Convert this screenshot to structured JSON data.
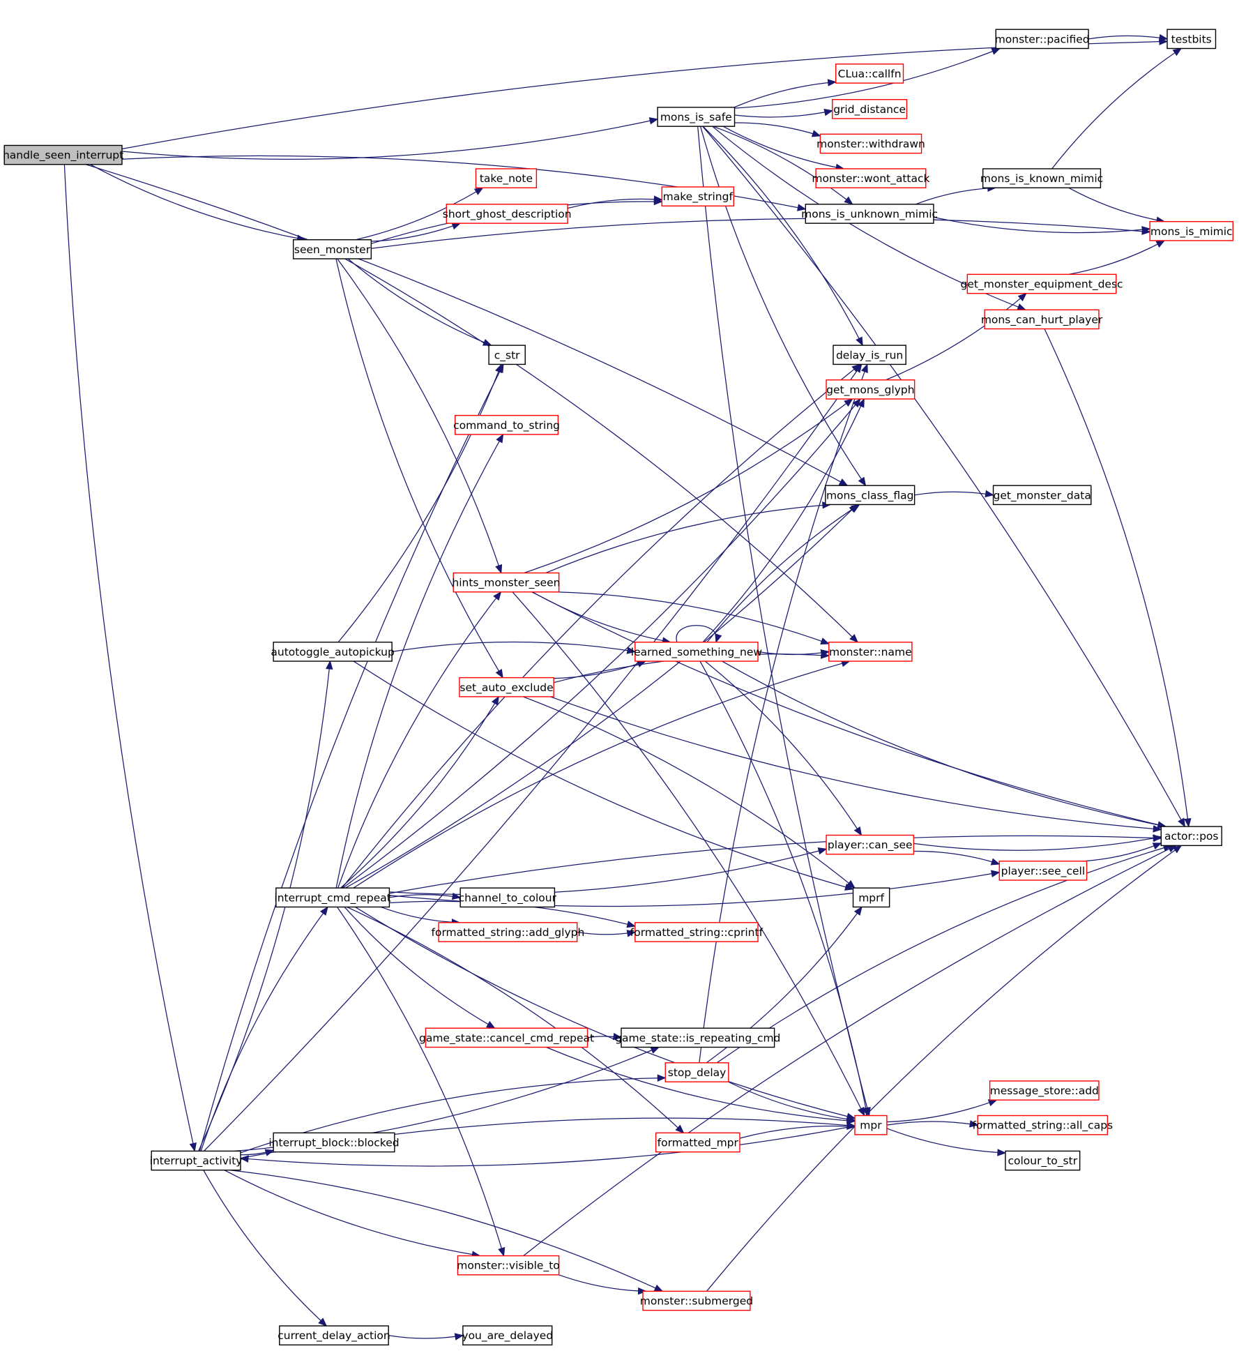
{
  "nodes": [
    {
      "id": "handle_seen_interrupt",
      "label": "handle_seen_interrupt",
      "border": "black",
      "root": true
    },
    {
      "id": "testbits",
      "label": "testbits",
      "border": "black"
    },
    {
      "id": "monster_pacified",
      "label": "monster::pacified",
      "border": "black"
    },
    {
      "id": "mons_is_safe",
      "label": "mons_is_safe",
      "border": "black"
    },
    {
      "id": "clua_callfn",
      "label": "CLua::callfn",
      "border": "red"
    },
    {
      "id": "grid_distance",
      "label": "grid_distance",
      "border": "red"
    },
    {
      "id": "monster_withdrawn",
      "label": "monster::withdrawn",
      "border": "red"
    },
    {
      "id": "monster_wont_attack",
      "label": "monster::wont_attack",
      "border": "red"
    },
    {
      "id": "mons_is_known_mimic",
      "label": "mons_is_known_mimic",
      "border": "black"
    },
    {
      "id": "take_note",
      "label": "take_note",
      "border": "red"
    },
    {
      "id": "make_stringf",
      "label": "make_stringf",
      "border": "red"
    },
    {
      "id": "short_ghost_description",
      "label": "short_ghost_description",
      "border": "red"
    },
    {
      "id": "mons_is_unknown_mimic",
      "label": "mons_is_unknown_mimic",
      "border": "black"
    },
    {
      "id": "mons_is_mimic",
      "label": "mons_is_mimic",
      "border": "red"
    },
    {
      "id": "seen_monster",
      "label": "seen_monster",
      "border": "black"
    },
    {
      "id": "get_monster_equipment_desc",
      "label": "get_monster_equipment_desc",
      "border": "red"
    },
    {
      "id": "mons_can_hurt_player",
      "label": "mons_can_hurt_player",
      "border": "red"
    },
    {
      "id": "c_str",
      "label": "c_str",
      "border": "black"
    },
    {
      "id": "delay_is_run",
      "label": "delay_is_run",
      "border": "black"
    },
    {
      "id": "get_mons_glyph",
      "label": "get_mons_glyph",
      "border": "red"
    },
    {
      "id": "command_to_string",
      "label": "command_to_string",
      "border": "red"
    },
    {
      "id": "mons_class_flag",
      "label": "mons_class_flag",
      "border": "black"
    },
    {
      "id": "get_monster_data",
      "label": "get_monster_data",
      "border": "black"
    },
    {
      "id": "hints_monster_seen",
      "label": "hints_monster_seen",
      "border": "red"
    },
    {
      "id": "autotoggle_autopickup",
      "label": "autotoggle_autopickup",
      "border": "black"
    },
    {
      "id": "learned_something_new",
      "label": "learned_something_new",
      "border": "red"
    },
    {
      "id": "monster_name",
      "label": "monster::name",
      "border": "red"
    },
    {
      "id": "set_auto_exclude",
      "label": "set_auto_exclude",
      "border": "red"
    },
    {
      "id": "actor_pos",
      "label": "actor::pos",
      "border": "black"
    },
    {
      "id": "player_can_see",
      "label": "player::can_see",
      "border": "red"
    },
    {
      "id": "player_see_cell",
      "label": "player::see_cell",
      "border": "red"
    },
    {
      "id": "interrupt_cmd_repeat",
      "label": "interrupt_cmd_repeat",
      "border": "black"
    },
    {
      "id": "channel_to_colour",
      "label": "channel_to_colour",
      "border": "black"
    },
    {
      "id": "mprf",
      "label": "mprf",
      "border": "black"
    },
    {
      "id": "formatted_string_add_glyph",
      "label": "formatted_string::add_glyph",
      "border": "red"
    },
    {
      "id": "formatted_string_cprintf",
      "label": "formatted_string::cprintf",
      "border": "red"
    },
    {
      "id": "game_state_cancel_cmd_repeat",
      "label": "game_state::cancel_cmd_repeat",
      "border": "red"
    },
    {
      "id": "game_state_is_repeating_cmd",
      "label": "game_state::is_repeating_cmd",
      "border": "black"
    },
    {
      "id": "stop_delay",
      "label": "stop_delay",
      "border": "red"
    },
    {
      "id": "message_store_add",
      "label": "message_store::add",
      "border": "red"
    },
    {
      "id": "mpr",
      "label": "mpr",
      "border": "red"
    },
    {
      "id": "formatted_string_all_caps",
      "label": "formatted_string::all_caps",
      "border": "red"
    },
    {
      "id": "interrupt_block_blocked",
      "label": "interrupt_block::blocked",
      "border": "black"
    },
    {
      "id": "formatted_mpr",
      "label": "formatted_mpr",
      "border": "red"
    },
    {
      "id": "colour_to_str",
      "label": "colour_to_str",
      "border": "black"
    },
    {
      "id": "interrupt_activity",
      "label": "interrupt_activity",
      "border": "black"
    },
    {
      "id": "monster_visible_to",
      "label": "monster::visible_to",
      "border": "red"
    },
    {
      "id": "monster_submerged",
      "label": "monster::submerged",
      "border": "red"
    },
    {
      "id": "current_delay_action",
      "label": "current_delay_action",
      "border": "black"
    },
    {
      "id": "you_are_delayed",
      "label": "you_are_delayed",
      "border": "black"
    }
  ],
  "edges": [
    [
      "handle_seen_interrupt",
      "testbits"
    ],
    [
      "handle_seen_interrupt",
      "mons_is_safe"
    ],
    [
      "handle_seen_interrupt",
      "mons_is_unknown_mimic"
    ],
    [
      "handle_seen_interrupt",
      "seen_monster"
    ],
    [
      "handle_seen_interrupt",
      "mons_class_flag"
    ],
    [
      "handle_seen_interrupt",
      "interrupt_activity"
    ],
    [
      "monster_pacified",
      "testbits"
    ],
    [
      "mons_is_safe",
      "monster_pacified"
    ],
    [
      "mons_is_safe",
      "clua_callfn"
    ],
    [
      "mons_is_safe",
      "grid_distance"
    ],
    [
      "mons_is_safe",
      "monster_withdrawn"
    ],
    [
      "mons_is_safe",
      "monster_wont_attack"
    ],
    [
      "mons_is_safe",
      "mons_is_unknown_mimic"
    ],
    [
      "mons_is_safe",
      "mons_can_hurt_player"
    ],
    [
      "mons_is_safe",
      "delay_is_run"
    ],
    [
      "mons_is_safe",
      "mons_class_flag"
    ],
    [
      "mons_is_safe",
      "actor_pos"
    ],
    [
      "mons_is_safe",
      "mpr"
    ],
    [
      "mons_is_known_mimic",
      "testbits"
    ],
    [
      "mons_is_known_mimic",
      "mons_is_mimic"
    ],
    [
      "mons_is_unknown_mimic",
      "mons_is_known_mimic"
    ],
    [
      "mons_is_unknown_mimic",
      "mons_is_mimic"
    ],
    [
      "short_ghost_description",
      "make_stringf"
    ],
    [
      "seen_monster",
      "take_note"
    ],
    [
      "seen_monster",
      "make_stringf"
    ],
    [
      "seen_monster",
      "short_ghost_description"
    ],
    [
      "seen_monster",
      "mons_is_mimic"
    ],
    [
      "seen_monster",
      "c_str"
    ],
    [
      "seen_monster",
      "hints_monster_seen"
    ],
    [
      "seen_monster",
      "set_auto_exclude"
    ],
    [
      "seen_monster",
      "monster_name"
    ],
    [
      "get_monster_equipment_desc",
      "mons_is_mimic"
    ],
    [
      "mons_can_hurt_player",
      "actor_pos"
    ],
    [
      "get_mons_glyph",
      "get_monster_equipment_desc"
    ],
    [
      "mons_class_flag",
      "get_monster_data"
    ],
    [
      "hints_monster_seen",
      "get_mons_glyph"
    ],
    [
      "hints_monster_seen",
      "mons_class_flag"
    ],
    [
      "hints_monster_seen",
      "learned_something_new"
    ],
    [
      "hints_monster_seen",
      "monster_name"
    ],
    [
      "hints_monster_seen",
      "actor_pos"
    ],
    [
      "hints_monster_seen",
      "mpr"
    ],
    [
      "autotoggle_autopickup",
      "c_str"
    ],
    [
      "autotoggle_autopickup",
      "learned_something_new"
    ],
    [
      "autotoggle_autopickup",
      "mprf"
    ],
    [
      "learned_something_new",
      "learned_something_new"
    ],
    [
      "learned_something_new",
      "get_mons_glyph"
    ],
    [
      "learned_something_new",
      "mons_class_flag"
    ],
    [
      "learned_something_new",
      "monster_name"
    ],
    [
      "learned_something_new",
      "player_can_see"
    ],
    [
      "learned_something_new",
      "actor_pos"
    ],
    [
      "learned_something_new",
      "mpr"
    ],
    [
      "set_auto_exclude",
      "learned_something_new"
    ],
    [
      "set_auto_exclude",
      "monster_name"
    ],
    [
      "set_auto_exclude",
      "actor_pos"
    ],
    [
      "set_auto_exclude",
      "mprf"
    ],
    [
      "player_can_see",
      "actor_pos"
    ],
    [
      "player_can_see",
      "player_see_cell"
    ],
    [
      "player_see_cell",
      "actor_pos"
    ],
    [
      "interrupt_cmd_repeat",
      "delay_is_run"
    ],
    [
      "interrupt_cmd_repeat",
      "get_mons_glyph"
    ],
    [
      "interrupt_cmd_repeat",
      "command_to_string"
    ],
    [
      "interrupt_cmd_repeat",
      "mons_class_flag"
    ],
    [
      "interrupt_cmd_repeat",
      "hints_monster_seen"
    ],
    [
      "interrupt_cmd_repeat",
      "set_auto_exclude"
    ],
    [
      "interrupt_cmd_repeat",
      "monster_name"
    ],
    [
      "interrupt_cmd_repeat",
      "player_can_see"
    ],
    [
      "interrupt_cmd_repeat",
      "channel_to_colour"
    ],
    [
      "interrupt_cmd_repeat",
      "formatted_string_add_glyph"
    ],
    [
      "interrupt_cmd_repeat",
      "formatted_string_cprintf"
    ],
    [
      "interrupt_cmd_repeat",
      "player_see_cell"
    ],
    [
      "interrupt_cmd_repeat",
      "actor_pos"
    ],
    [
      "interrupt_cmd_repeat",
      "game_state_cancel_cmd_repeat"
    ],
    [
      "interrupt_cmd_repeat",
      "formatted_mpr"
    ],
    [
      "interrupt_cmd_repeat",
      "mpr"
    ],
    [
      "interrupt_cmd_repeat",
      "monster_visible_to"
    ],
    [
      "formatted_string_add_glyph",
      "formatted_string_cprintf"
    ],
    [
      "game_state_cancel_cmd_repeat",
      "game_state_is_repeating_cmd"
    ],
    [
      "game_state_cancel_cmd_repeat",
      "mpr"
    ],
    [
      "stop_delay",
      "delay_is_run"
    ],
    [
      "stop_delay",
      "mprf"
    ],
    [
      "stop_delay",
      "actor_pos"
    ],
    [
      "stop_delay",
      "mpr"
    ],
    [
      "formatted_mpr",
      "mpr"
    ],
    [
      "mpr",
      "message_store_add"
    ],
    [
      "mpr",
      "formatted_string_all_caps"
    ],
    [
      "mpr",
      "colour_to_str"
    ],
    [
      "mpr",
      "interrupt_activity"
    ],
    [
      "interrupt_activity",
      "delay_is_run"
    ],
    [
      "interrupt_activity",
      "c_str"
    ],
    [
      "interrupt_activity",
      "autotoggle_autopickup"
    ],
    [
      "interrupt_activity",
      "interrupt_cmd_repeat"
    ],
    [
      "interrupt_activity",
      "game_state_is_repeating_cmd"
    ],
    [
      "interrupt_activity",
      "stop_delay"
    ],
    [
      "interrupt_activity",
      "interrupt_block_blocked"
    ],
    [
      "interrupt_activity",
      "mpr"
    ],
    [
      "interrupt_activity",
      "monster_visible_to"
    ],
    [
      "interrupt_activity",
      "monster_submerged"
    ],
    [
      "interrupt_activity",
      "current_delay_action"
    ],
    [
      "monster_visible_to",
      "actor_pos"
    ],
    [
      "monster_visible_to",
      "monster_submerged"
    ],
    [
      "monster_submerged",
      "actor_pos"
    ],
    [
      "current_delay_action",
      "you_are_delayed"
    ]
  ]
}
